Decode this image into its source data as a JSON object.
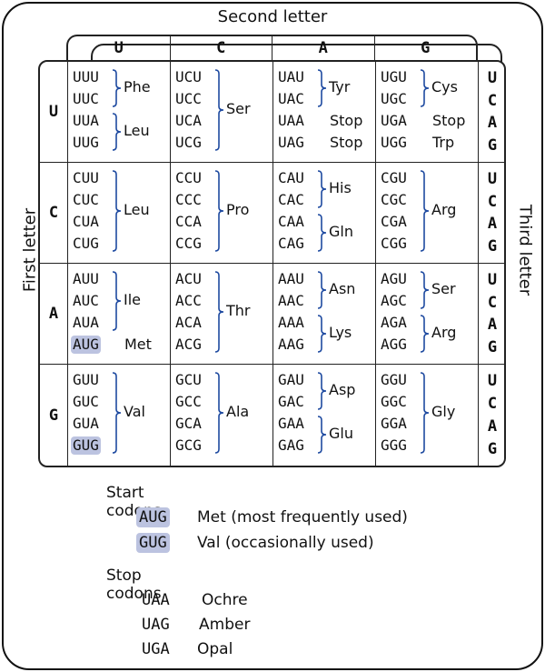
{
  "labels": {
    "second_letter": "Second letter",
    "first_letter": "First letter",
    "third_letter": "Third letter"
  },
  "bases": [
    "U",
    "C",
    "A",
    "G"
  ],
  "highlight_color": "#bcc3e0",
  "brace_color": "#1e4aa0",
  "table": [
    [
      {
        "codons": [
          "UUU",
          "UUC",
          "UUA",
          "UUG"
        ],
        "highlight": [],
        "groups": [
          {
            "from": 0,
            "to": 1,
            "aa": "Phe"
          },
          {
            "from": 2,
            "to": 3,
            "aa": "Leu"
          }
        ]
      },
      {
        "codons": [
          "UCU",
          "UCC",
          "UCA",
          "UCG"
        ],
        "highlight": [],
        "groups": [
          {
            "from": 0,
            "to": 3,
            "aa": "Ser"
          }
        ]
      },
      {
        "codons": [
          "UAU",
          "UAC",
          "UAA",
          "UAG"
        ],
        "highlight": [],
        "groups": [
          {
            "from": 0,
            "to": 1,
            "aa": "Tyr"
          },
          {
            "from": 2,
            "to": 2,
            "aa": "Stop",
            "plain": true
          },
          {
            "from": 3,
            "to": 3,
            "aa": "Stop",
            "plain": true
          }
        ]
      },
      {
        "codons": [
          "UGU",
          "UGC",
          "UGA",
          "UGG"
        ],
        "highlight": [],
        "groups": [
          {
            "from": 0,
            "to": 1,
            "aa": "Cys"
          },
          {
            "from": 2,
            "to": 2,
            "aa": "Stop",
            "plain": true
          },
          {
            "from": 3,
            "to": 3,
            "aa": "Trp",
            "plain": true
          }
        ]
      }
    ],
    [
      {
        "codons": [
          "CUU",
          "CUC",
          "CUA",
          "CUG"
        ],
        "highlight": [],
        "groups": [
          {
            "from": 0,
            "to": 3,
            "aa": "Leu"
          }
        ]
      },
      {
        "codons": [
          "CCU",
          "CCC",
          "CCA",
          "CCG"
        ],
        "highlight": [],
        "groups": [
          {
            "from": 0,
            "to": 3,
            "aa": "Pro"
          }
        ]
      },
      {
        "codons": [
          "CAU",
          "CAC",
          "CAA",
          "CAG"
        ],
        "highlight": [],
        "groups": [
          {
            "from": 0,
            "to": 1,
            "aa": "His"
          },
          {
            "from": 2,
            "to": 3,
            "aa": "Gln"
          }
        ]
      },
      {
        "codons": [
          "CGU",
          "CGC",
          "CGA",
          "CGG"
        ],
        "highlight": [],
        "groups": [
          {
            "from": 0,
            "to": 3,
            "aa": "Arg"
          }
        ]
      }
    ],
    [
      {
        "codons": [
          "AUU",
          "AUC",
          "AUA",
          "AUG"
        ],
        "highlight": [
          3
        ],
        "groups": [
          {
            "from": 0,
            "to": 2,
            "aa": "Ile"
          },
          {
            "from": 3,
            "to": 3,
            "aa": "Met",
            "plain": true
          }
        ]
      },
      {
        "codons": [
          "ACU",
          "ACC",
          "ACA",
          "ACG"
        ],
        "highlight": [],
        "groups": [
          {
            "from": 0,
            "to": 3,
            "aa": "Thr"
          }
        ]
      },
      {
        "codons": [
          "AAU",
          "AAC",
          "AAA",
          "AAG"
        ],
        "highlight": [],
        "groups": [
          {
            "from": 0,
            "to": 1,
            "aa": "Asn"
          },
          {
            "from": 2,
            "to": 3,
            "aa": "Lys"
          }
        ]
      },
      {
        "codons": [
          "AGU",
          "AGC",
          "AGA",
          "AGG"
        ],
        "highlight": [],
        "groups": [
          {
            "from": 0,
            "to": 1,
            "aa": "Ser"
          },
          {
            "from": 2,
            "to": 3,
            "aa": "Arg"
          }
        ]
      }
    ],
    [
      {
        "codons": [
          "GUU",
          "GUC",
          "GUA",
          "GUG"
        ],
        "highlight": [
          3
        ],
        "groups": [
          {
            "from": 0,
            "to": 3,
            "aa": "Val"
          }
        ]
      },
      {
        "codons": [
          "GCU",
          "GCC",
          "GCA",
          "GCG"
        ],
        "highlight": [],
        "groups": [
          {
            "from": 0,
            "to": 3,
            "aa": "Ala"
          }
        ]
      },
      {
        "codons": [
          "GAU",
          "GAC",
          "GAA",
          "GAG"
        ],
        "highlight": [],
        "groups": [
          {
            "from": 0,
            "to": 1,
            "aa": "Asp"
          },
          {
            "from": 2,
            "to": 3,
            "aa": "Glu"
          }
        ]
      },
      {
        "codons": [
          "GGU",
          "GGC",
          "GGA",
          "GGG"
        ],
        "highlight": [],
        "groups": [
          {
            "from": 0,
            "to": 3,
            "aa": "Gly"
          }
        ]
      }
    ]
  ],
  "start_codons": {
    "heading": "Start codons",
    "items": [
      {
        "codon": "AUG",
        "text": "Met (most frequently used)"
      },
      {
        "codon": "GUG",
        "text": "Val (occasionally used)"
      }
    ]
  },
  "stop_codons": {
    "heading": "Stop codons",
    "items": [
      {
        "codon": "UAA",
        "text": "Ochre"
      },
      {
        "codon": "UAG",
        "text": "Amber"
      },
      {
        "codon": "UGA",
        "text": "Opal"
      }
    ]
  }
}
